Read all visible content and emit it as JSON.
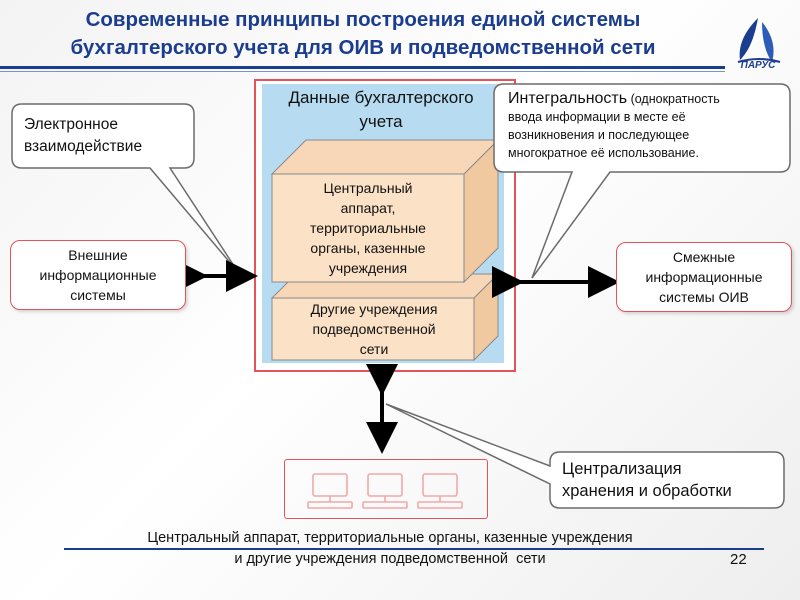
{
  "title": {
    "line1": "Современные принципы построения единой системы",
    "line2": "бухгалтерского учета для ОИВ и подведомственной сети"
  },
  "logo": {
    "text": "ПАРУС"
  },
  "center": {
    "label_line1": "Данные бухгалтерского",
    "label_line2": "учета",
    "box_top": [
      "Центральный",
      "аппарат,",
      "территориальные",
      "органы, казенные",
      "учреждения"
    ],
    "box_bottom": [
      "Другие учреждения",
      "подведомственной",
      "сети"
    ]
  },
  "callouts": {
    "electronic": [
      "Электронное",
      "взаимодействие"
    ],
    "integrality_title": "Интегральность",
    "integrality_text": [
      "(однократность",
      "ввода информации в месте её",
      "возникновения и последующее",
      "многократное её использование."
    ],
    "centralization": [
      "Централизация",
      "хранения и обработки"
    ]
  },
  "sideboxes": {
    "external": [
      "Внешние",
      "информационные",
      "системы"
    ],
    "adjacent": [
      "Смежные",
      "информационные",
      "системы ОИВ"
    ]
  },
  "footer": {
    "line1": "Центральный аппарат, территориальные органы, казенные учреждения",
    "line2": "и другие учреждения подведомственной  сети"
  },
  "page_number": "22",
  "colors": {
    "title": "#1b3d8f",
    "frame": "#e3535a",
    "inner_fill": "#b7dcf2",
    "box_fill": "#fbe1c6",
    "box_stroke": "#8a8a8a"
  }
}
